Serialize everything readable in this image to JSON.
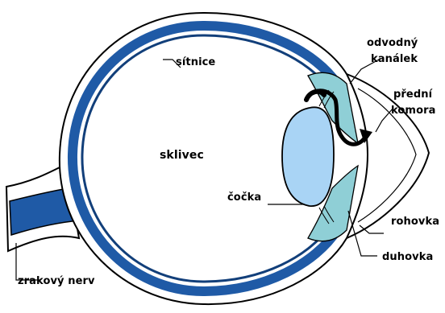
{
  "labels": {
    "sitnice": "sítnice",
    "odvodny_kanalek_line1": "odvodný",
    "odvodny_kanalek_line2": "kanálek",
    "predni_komora_line1": "přední",
    "predni_komora_line2": "komora",
    "sklivec": "sklivec",
    "cocka": "čočka",
    "rohovka": "rohovka",
    "duhovka": "duhovka",
    "zrakovy_nerv": "zrakový nerv"
  },
  "colors": {
    "outline": "#000000",
    "sclera": "#ffffff",
    "choroid_blue": "#1f5aa6",
    "retina_dark": "#123f7a",
    "ciliary_teal": "#8fcfd6",
    "lens_fill": "#a9d4f5",
    "cornea_fill": "#ffffff",
    "optic_nerve_blue": "#1f5aa6",
    "flow_arrow": "#000000"
  }
}
